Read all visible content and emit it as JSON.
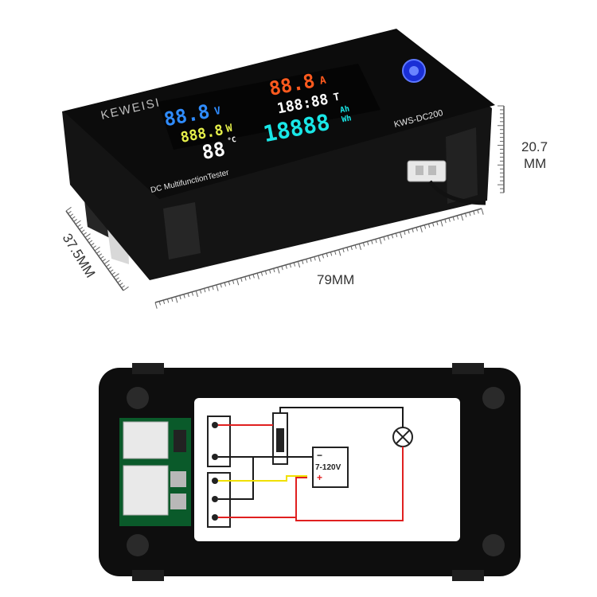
{
  "brand": "KEWEISI",
  "model": "KWS-DC200",
  "product_name": "DC MultifunctionTester",
  "dimensions": {
    "height_value": "20.7",
    "height_unit": "MM",
    "depth": "37.5MM",
    "length": "79MM"
  },
  "display": {
    "voltage_digits": "88.8",
    "voltage_unit": "V",
    "power_digits": "888.8",
    "power_unit": "W",
    "temp_digits": "88",
    "temp_unit": "°C",
    "current_digits": "88.8",
    "current_unit": "A",
    "time_digits": "188:88",
    "time_unit": "T",
    "energy_digits": "18888",
    "energy_unit_top": "Ah",
    "energy_unit_bottom": "Wh"
  },
  "diagram": {
    "supply_minus": "−",
    "supply_voltage": "7-120V",
    "supply_plus": "+"
  },
  "colors": {
    "voltage": "#2f8cff",
    "power": "#e5ef4a",
    "temp": "#ffffff",
    "current": "#ff5a1e",
    "time": "#ffffff",
    "energy": "#19e6e6",
    "wire_red": "#e02020",
    "wire_yellow": "#f0e000",
    "wire_black": "#1a1a1a"
  }
}
